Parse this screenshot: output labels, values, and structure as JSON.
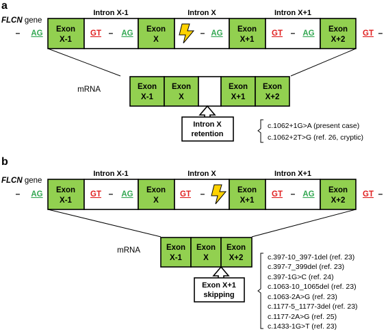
{
  "panel_a": {
    "label": "a",
    "gene_name": "FLCN",
    "gene_suffix": " gene",
    "introns": [
      "Intron X-1",
      "Intron X",
      "Intron X+1"
    ],
    "exons": [
      [
        "Exon",
        "X-1"
      ],
      [
        "Exon",
        "X"
      ],
      [
        "Exon",
        "X+1"
      ],
      [
        "Exon",
        "X+2"
      ]
    ],
    "splice_ag": "AG",
    "splice_gt": "GT",
    "dash": "–",
    "mrna_label": "mRNA",
    "mrna_exons": [
      [
        "Exon",
        "X-1"
      ],
      [
        "Exon",
        "X"
      ],
      [
        "Exon",
        "X+1"
      ],
      [
        "Exon",
        "X+2"
      ]
    ],
    "event": [
      "Intron X",
      "retention"
    ],
    "variants": [
      "c.1062+1G>A (present case)",
      "c.1062+2T>G (ref. 26, cryptic)"
    ]
  },
  "panel_b": {
    "label": "b",
    "gene_name": "FLCN",
    "gene_suffix": " gene",
    "introns": [
      "Intron X-1",
      "Intron X",
      "Intron X+1"
    ],
    "exons": [
      [
        "Exon",
        "X-1"
      ],
      [
        "Exon",
        "X"
      ],
      [
        "Exon",
        "X+1"
      ],
      [
        "Exon",
        "X+2"
      ]
    ],
    "splice_ag": "AG",
    "splice_gt": "GT",
    "dash": "–",
    "mrna_label": "mRNA",
    "mrna_exons": [
      [
        "Exon",
        "X-1"
      ],
      [
        "Exon",
        "X"
      ],
      [
        "Exon",
        "X+2"
      ]
    ],
    "event": [
      "Exon X+1",
      "skipping"
    ],
    "variants": [
      "c.397-10_397-1del (ref. 23)",
      "c.397-7_399del (ref. 23)",
      "c.397-1G>C (ref. 24)",
      "c.1063-10_1065del (ref. 23)",
      "c.1063-2A>G (ref. 23)",
      "c.1177-5_1177-3del (ref. 23)",
      "c.1177-2A>G (ref. 25)",
      "c.1433-1G>T (ref. 23)"
    ]
  },
  "colors": {
    "exon": "#92d050",
    "acceptor_ag": "#34a853",
    "donor_gt": "#e02020",
    "lightning": "#ffd200"
  }
}
